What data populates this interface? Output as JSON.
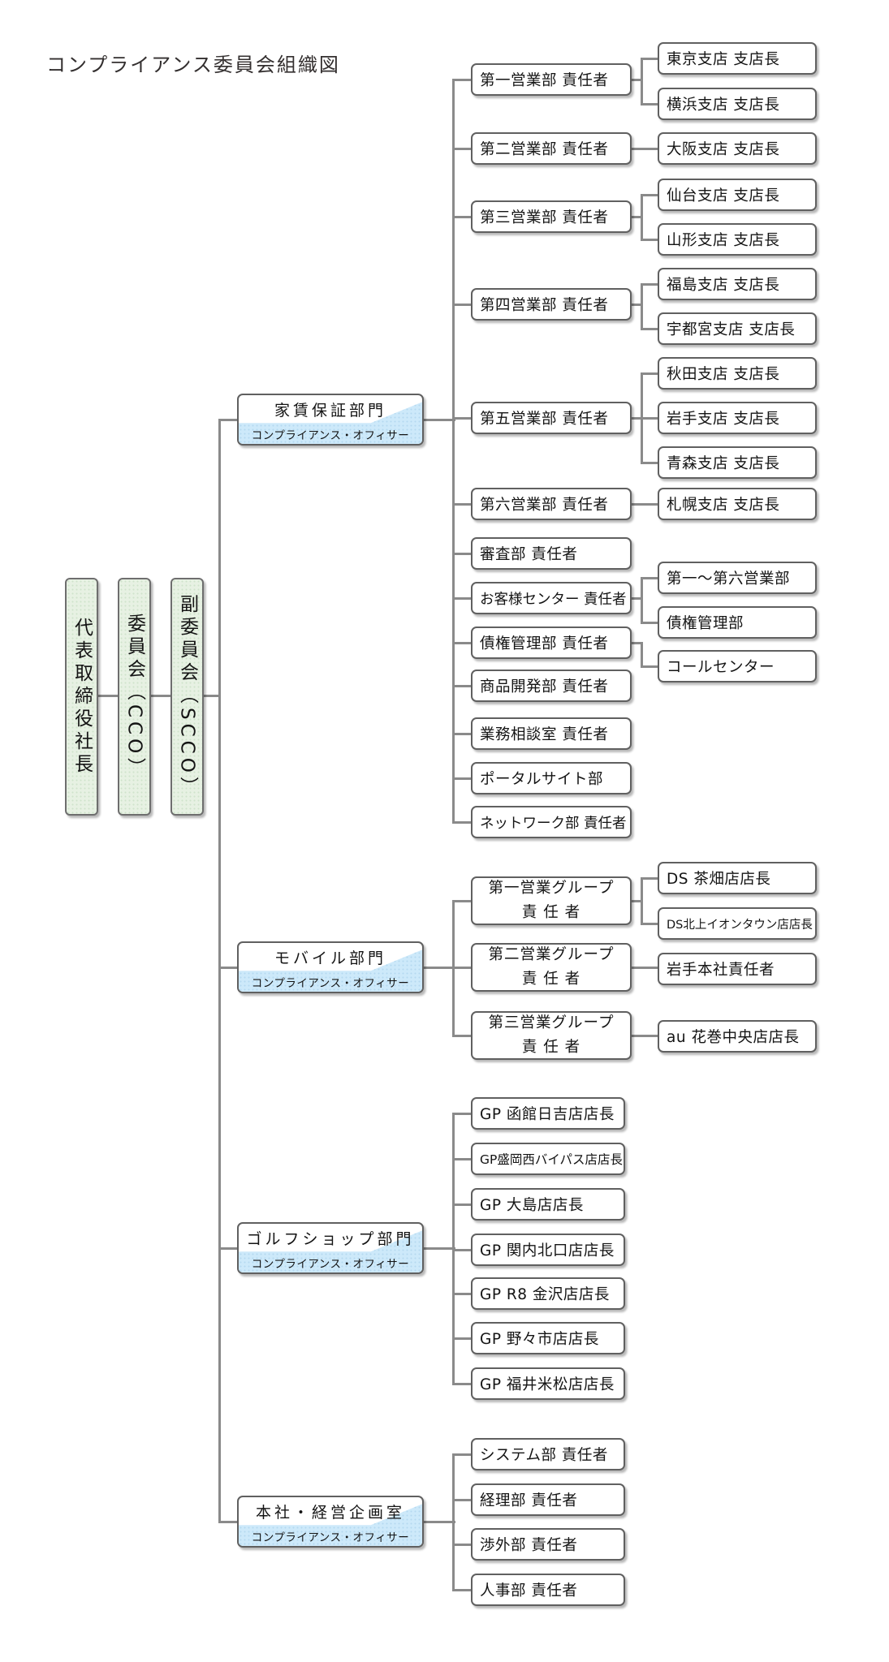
{
  "title": "コンプライアンス委員会組織図",
  "executives": [
    {
      "label": "代表取締役社長"
    },
    {
      "label": "委員会（CCO）"
    },
    {
      "label": "副委員会（SCCO）"
    }
  ],
  "departments": [
    {
      "name": "家賃保証部門",
      "subtitle": "コンプライアンス・オフィサー",
      "units": [
        {
          "label": "第一営業部 責任者",
          "children": [
            {
              "label": "東京支店 支店長"
            },
            {
              "label": "横浜支店 支店長"
            }
          ]
        },
        {
          "label": "第二営業部 責任者",
          "children": [
            {
              "label": "大阪支店 支店長"
            }
          ]
        },
        {
          "label": "第三営業部 責任者",
          "children": [
            {
              "label": "仙台支店 支店長"
            },
            {
              "label": "山形支店 支店長"
            }
          ]
        },
        {
          "label": "第四営業部 責任者",
          "children": [
            {
              "label": "福島支店 支店長"
            },
            {
              "label": "宇都宮支店 支店長"
            }
          ]
        },
        {
          "label": "第五営業部 責任者",
          "children": [
            {
              "label": "秋田支店 支店長"
            },
            {
              "label": "岩手支店 支店長"
            },
            {
              "label": "青森支店 支店長"
            }
          ]
        },
        {
          "label": "第六営業部 責任者",
          "children": [
            {
              "label": "札幌支店 支店長"
            }
          ]
        },
        {
          "label": "審査部 責任者",
          "children": []
        },
        {
          "label": "お客様センター 責任者",
          "children": [
            {
              "label": "第一～第六営業部"
            },
            {
              "label": "債権管理部"
            }
          ]
        },
        {
          "label": "債権管理部 責任者",
          "children": [
            {
              "label": "コールセンター"
            }
          ]
        },
        {
          "label": "商品開発部 責任者",
          "children": []
        },
        {
          "label": "業務相談室 責任者",
          "children": []
        },
        {
          "label": "ポータルサイト部",
          "children": []
        },
        {
          "label": "ネットワーク部 責任者",
          "children": []
        }
      ]
    },
    {
      "name": "モバイル部門",
      "subtitle": "コンプライアンス・オフィサー",
      "units": [
        {
          "label": "第一営業グループ\n責 任 者",
          "children": [
            {
              "label": "DS 茶畑店店長"
            },
            {
              "label": "DS北上イオンタウン店店長"
            }
          ]
        },
        {
          "label": "第二営業グループ\n責 任 者",
          "children": [
            {
              "label": "岩手本社責任者"
            }
          ]
        },
        {
          "label": "第三営業グループ\n責 任 者",
          "children": [
            {
              "label": "au 花巻中央店店長"
            }
          ]
        }
      ]
    },
    {
      "name": "ゴルフショップ部門",
      "subtitle": "コンプライアンス・オフィサー",
      "units": [
        {
          "label": "GP 函館日吉店店長",
          "children": []
        },
        {
          "label": "GP盛岡西バイパス店店長",
          "children": []
        },
        {
          "label": "GP 大島店店長",
          "children": []
        },
        {
          "label": "GP 関内北口店店長",
          "children": []
        },
        {
          "label": "GP R8 金沢店店長",
          "children": []
        },
        {
          "label": "GP 野々市店店長",
          "children": []
        },
        {
          "label": "GP 福井米松店店長",
          "children": []
        }
      ]
    },
    {
      "name": "本社・経営企画室",
      "subtitle": "コンプライアンス・オフィサー",
      "units": [
        {
          "label": "システム部 責任者",
          "children": []
        },
        {
          "label": "経理部 責任者",
          "children": []
        },
        {
          "label": "渉外部 責任者",
          "children": []
        },
        {
          "label": "人事部 責任者",
          "children": []
        }
      ]
    }
  ]
}
